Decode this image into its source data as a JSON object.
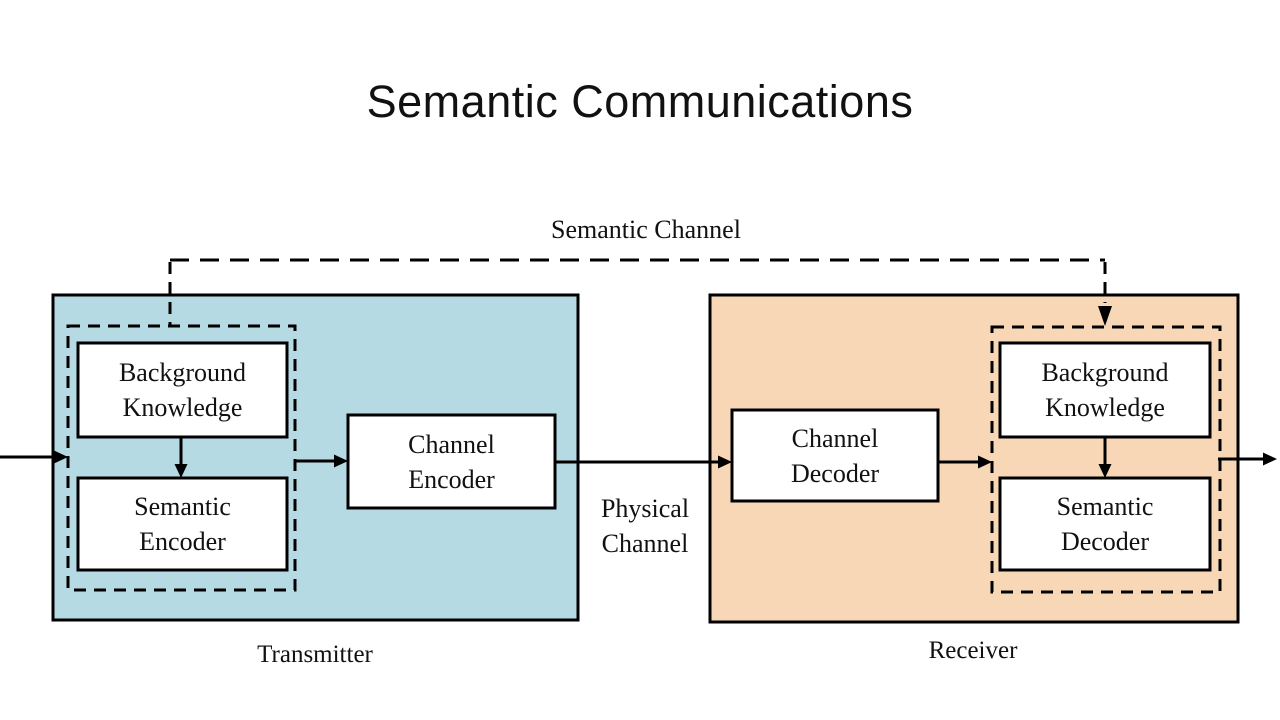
{
  "title": "Semantic Communications",
  "semantic_channel_label": "Semantic Channel",
  "physical_channel_label": "Physical\nChannel",
  "transmitter": {
    "label": "Transmitter",
    "background_knowledge": "Background\nKnowledge",
    "semantic_encoder": "Semantic\nEncoder",
    "channel_encoder": "Channel\nEncoder"
  },
  "receiver": {
    "label": "Receiver",
    "channel_decoder": "Channel\nDecoder",
    "background_knowledge": "Background\nKnowledge",
    "semantic_decoder": "Semantic\nDecoder"
  },
  "colors": {
    "transmitter_fill": "#b6dae4",
    "receiver_fill": "#f8d7b6",
    "stroke": "#000000",
    "block_fill": "#ffffff",
    "background": "#ffffff"
  }
}
